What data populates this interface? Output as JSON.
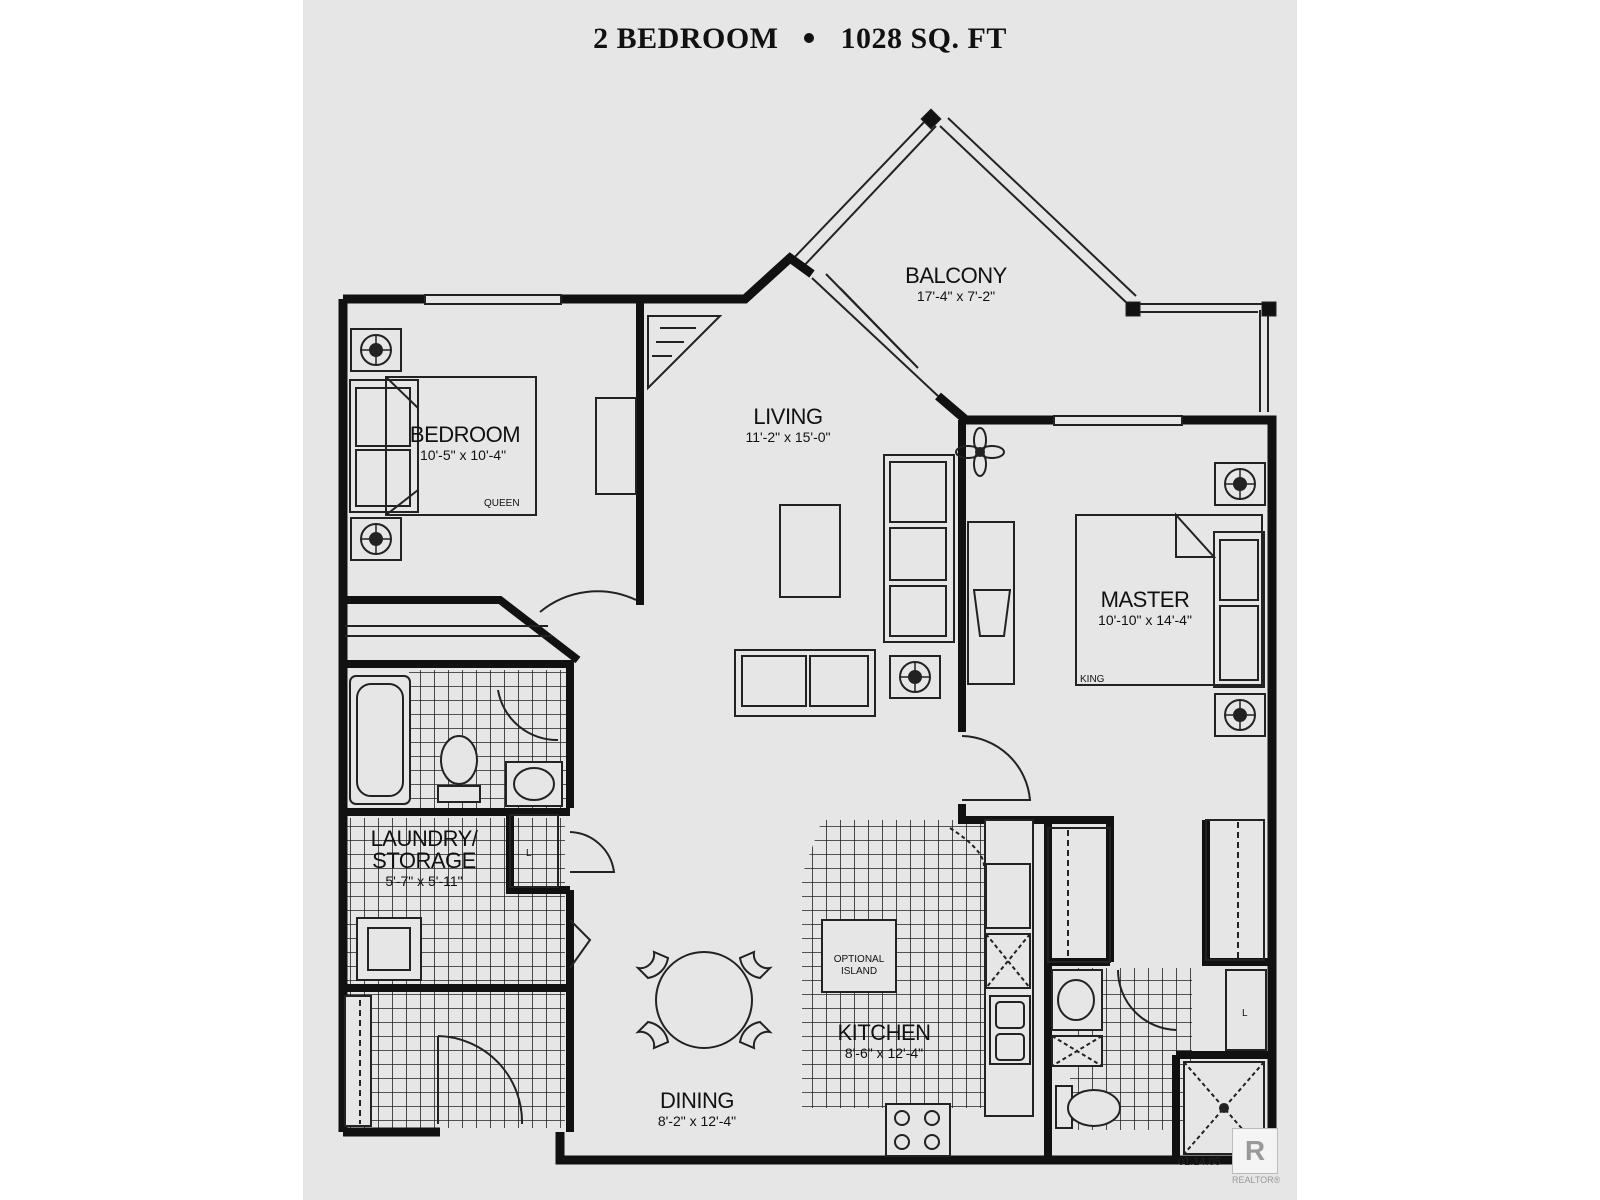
{
  "header": {
    "bedrooms": "2 BEDROOM",
    "area": "1028 SQ. FT"
  },
  "rooms": {
    "balcony": {
      "name": "BALCONY",
      "dims": "17'-4\" x 7'-2\""
    },
    "bedroom": {
      "name": "BEDROOM",
      "dims": "10'-5\" x 10'-4\"",
      "bed": "QUEEN"
    },
    "living": {
      "name": "LIVING",
      "dims": "11'-2\" x 15'-0\""
    },
    "master": {
      "name": "MASTER",
      "dims": "10'-10\" x 14'-4\"",
      "bed": "KING"
    },
    "laundry": {
      "name_line1": "LAUNDRY/",
      "name_line2": "STORAGE",
      "dims": "5'-7\" x 5'-11\""
    },
    "kitchen": {
      "name": "KITCHEN",
      "dims": "8'-6\" x 12'-4\"",
      "island_line1": "OPTIONAL",
      "island_line2": "ISLAND"
    },
    "dining": {
      "name": "DINING",
      "dims": "8'-2\" x 12'-4\""
    }
  },
  "closet_marks": [
    "L",
    "L"
  ],
  "stamp": "01.14.05",
  "watermark": {
    "logo_letter": "R",
    "caption": "REALTOR®"
  }
}
